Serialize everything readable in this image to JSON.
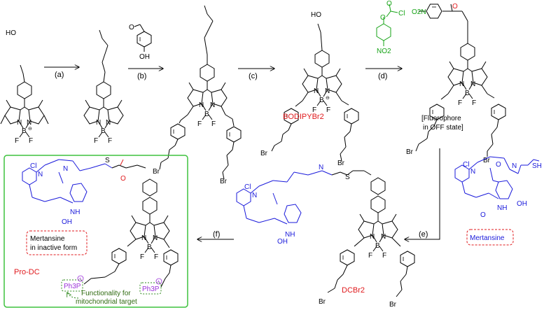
{
  "colors": {
    "bond": "#000000",
    "fluorophore": "#000000",
    "drug": "#1a1adb",
    "red_label": "#e0191c",
    "reagent_green": "#16a316",
    "dashed_box": "#e0191c",
    "ph3p": "#9b30d9",
    "target_arrow": "#2f8a1e",
    "prodc_frame": "#3ec23e"
  },
  "icons": {
    "reaction_arrow": "right-arrow-icon",
    "return_arrow": "left-arrow-icon",
    "flow_down": "down-line"
  },
  "steps": {
    "a": "(a)",
    "b": "(b)",
    "c": "(c)",
    "d": "(d)",
    "e": "(e)",
    "f": "(f)"
  },
  "reagents": {
    "aldehyde_top": "O",
    "aldehyde_oh": "OH",
    "chloroformate_o": "O",
    "chloroformate_cl": "Cl",
    "chloroformate_no2": "NO2"
  },
  "atoms": {
    "ho": "HO",
    "o": "O",
    "n": "N",
    "n_plus": "+",
    "b": "B",
    "b_minus": "⊖",
    "f": "F",
    "br": "Br",
    "s": "S",
    "sh": "SH",
    "cl": "Cl",
    "oh": "OH",
    "nh": "NH",
    "o2n": "O2N",
    "ph3p": "Ph3P",
    "p_charge": "+"
  },
  "labels": {
    "bodipybr2": "BODIPYBr2",
    "fluorophore_line1": "[Fluorophore",
    "fluorophore_line2": "in OFF state]",
    "mertansine": "Mertansine",
    "mertansine_inactive_line1": "Mertansine",
    "mertansine_inactive_line2": "in inactive form",
    "dcbr2": "DCBr2",
    "prodc": "Pro-DC",
    "function_line1": "Functionality for",
    "function_line2": "mitochondrial target"
  }
}
